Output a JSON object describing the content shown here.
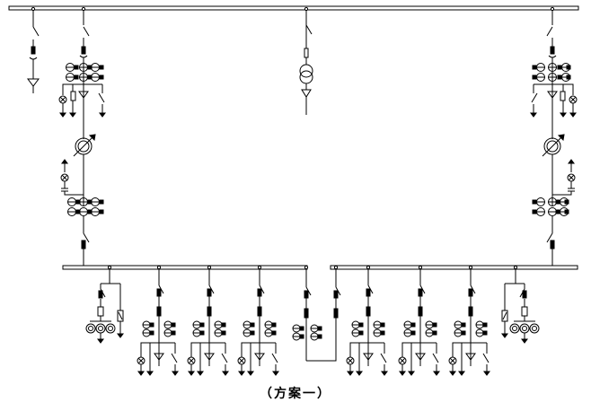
{
  "caption": "（方案一）",
  "colors": {
    "stroke": "#000000",
    "bus_fill": "#ffffff",
    "bus_edge": "#000000"
  },
  "symbols": {
    "bus": "busbar",
    "isolator": "disconnect-switch",
    "breaker": "circuit-breaker",
    "ct": "current-transformer",
    "pt": "voltage-transformer",
    "transformer": "power-transformer",
    "load_tap_changer": "on-load-tap-changer-transformer",
    "fuse": "fuse",
    "arrester": "surge-arrester",
    "ground": "ground",
    "lamp": "indicator-lamp",
    "capacitor": "capacitor"
  }
}
